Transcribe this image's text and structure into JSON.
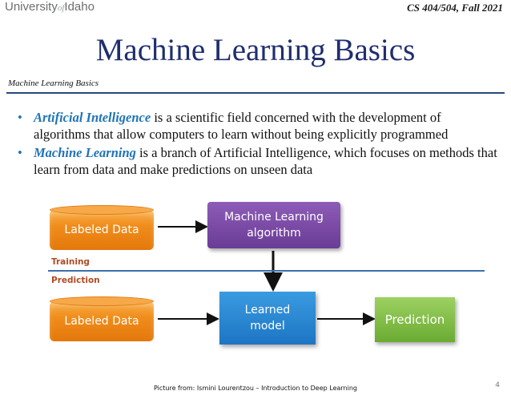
{
  "header": {
    "logo_left": "University",
    "logo_of": "of",
    "logo_right": "Idaho",
    "course": "CS 404/504, Fall 2021"
  },
  "slide": {
    "title": "Machine Learning Basics",
    "subtitle": "Machine Learning Basics",
    "bullets": [
      {
        "term": "Artificial Intelligence",
        "text": " is a scientific field concerned with the development of algorithms that allow computers to learn without being explicitly programmed"
      },
      {
        "term": "Machine Learning",
        "text": " is a branch of Artificial Intelligence, which focuses on methods that learn from data and make predictions on unseen data"
      }
    ]
  },
  "diagram": {
    "training_data": "Labeled Data",
    "ml_algorithm": "Machine Learning algorithm",
    "training_label": "Training",
    "prediction_label": "Prediction",
    "test_data": "Labeled Data",
    "learned_model": "Learned model",
    "prediction_output": "Prediction"
  },
  "footer": {
    "credit": "Picture from: Ismini Lourentzou – Introduction to Deep Learning",
    "page_number": "4"
  },
  "colors": {
    "title": "#1f2e6e",
    "term": "#1f73b7",
    "cylinder": "#f08d1c",
    "algorithm_box": "#6a3c95",
    "model_box": "#1d75c4",
    "prediction_box": "#6aab32",
    "phase_label": "#b24a22"
  }
}
